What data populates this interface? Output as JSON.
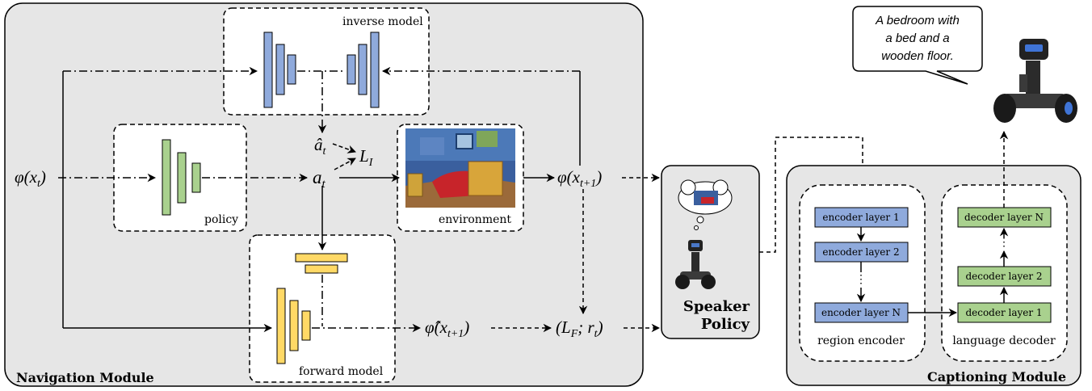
{
  "navigation": {
    "title": "Navigation Module",
    "inverse_model_label": "inverse model",
    "policy_label": "policy",
    "environment_label": "environment",
    "forward_model_label": "forward model",
    "phi_xt": "φ(x",
    "phi_xt_sub": "t",
    "phi_xt_close": ")",
    "phi_xt1": "φ(x",
    "phi_xt1_sub": "t+1",
    "phi_xt1_close": ")",
    "a_hat": "â",
    "a_hat_sub": "t",
    "L_I": "L",
    "L_I_sub": "I",
    "a_t": "a",
    "a_t_sub": "t",
    "phi_hat_xt1": "φ̂(x",
    "phi_hat_xt1_sub": "t+1",
    "phi_hat_xt1_close": ")",
    "LF_rt_open": "(L",
    "LF_sub": "F",
    "LF_mid": "; r",
    "rt_sub": "t",
    "LF_close": ")"
  },
  "speaker": {
    "line1": "Speaker",
    "line2": "Policy"
  },
  "captioning": {
    "title": "Captioning Module",
    "encoder_layers": [
      "encoder layer 1",
      "encoder layer 2",
      "encoder layer N"
    ],
    "encoder_ellipsis": "⋮",
    "region_encoder_label": "region encoder",
    "decoder_layers": [
      "decoder layer 1",
      "decoder layer 2",
      "decoder layer N"
    ],
    "decoder_ellipsis": "⋮",
    "language_decoder_label": "language decoder"
  },
  "speech": {
    "line1": "A bedroom with",
    "line2": "a bed and a",
    "line3": "wooden floor."
  },
  "colors": {
    "panel_bg": "#e6e6e6",
    "blue_block": "#8faadc",
    "green_block": "#a9d18e",
    "yellow_block": "#ffd966",
    "stroke": "#000000"
  }
}
